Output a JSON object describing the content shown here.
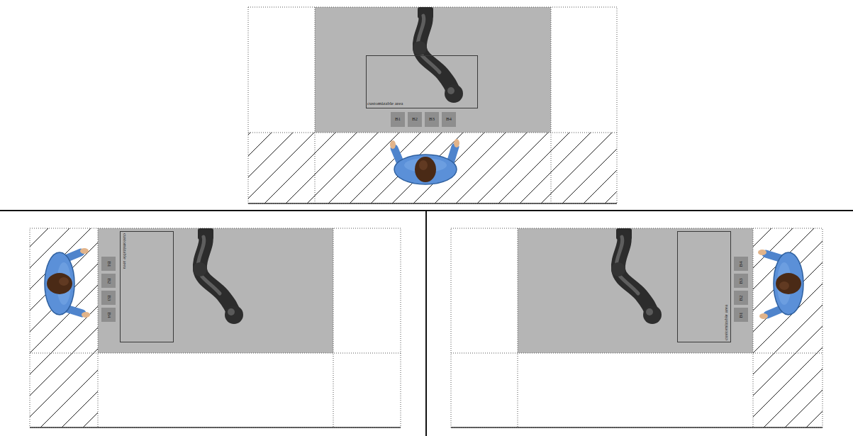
{
  "diagram": {
    "nodes": [
      {
        "text": [
          "customizable area"
        ]
      },
      {
        "text": [
          "B1"
        ]
      },
      {
        "text": [
          "B2"
        ]
      },
      {
        "text": [
          "B3"
        ]
      },
      {
        "text": [
          "B4"
        ]
      },
      {
        "text": [
          "customizable area"
        ]
      },
      {
        "text": [
          "B1"
        ]
      },
      {
        "text": [
          "B2"
        ]
      },
      {
        "text": [
          "B3"
        ]
      },
      {
        "text": [
          "B4"
        ]
      },
      {
        "text": [
          "customizable area"
        ]
      },
      {
        "text": [
          "B4"
        ]
      },
      {
        "text": [
          "B3"
        ]
      },
      {
        "text": [
          "B2"
        ]
      },
      {
        "text": [
          "B1"
        ]
      }
    ]
  }
}
